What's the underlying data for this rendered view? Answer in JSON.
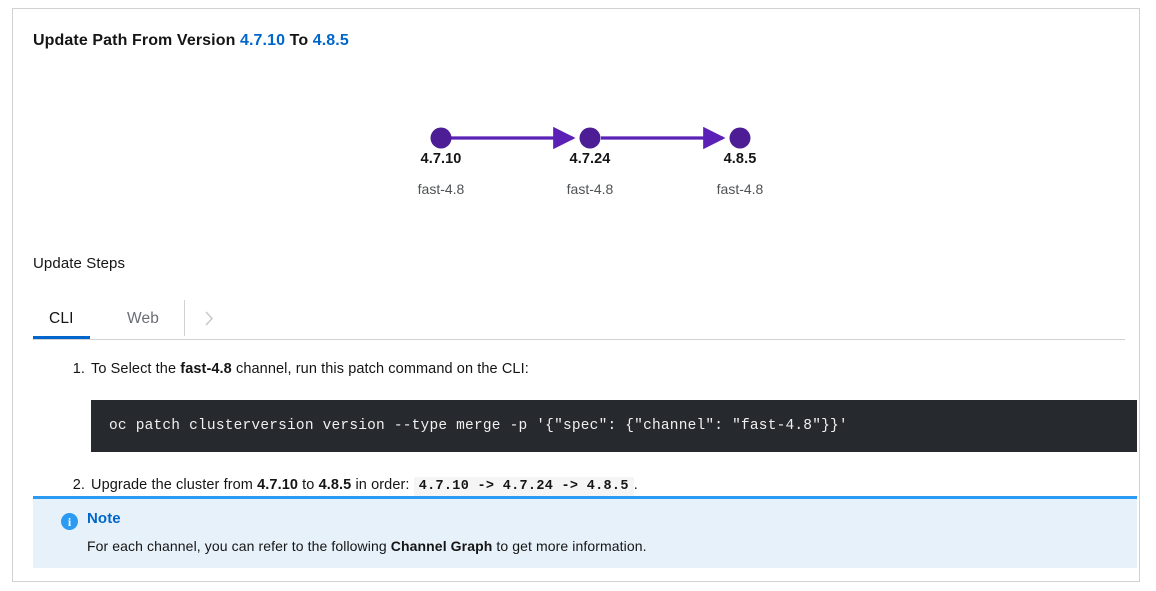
{
  "card": {
    "title_prefix": "Update Path From Version",
    "from_version": "4.7.10",
    "title_sep": "To",
    "to_version": "4.8.5"
  },
  "graph": {
    "nodes": [
      {
        "version": "4.7.10",
        "channel": "fast-4.8"
      },
      {
        "version": "4.7.24",
        "channel": "fast-4.8"
      },
      {
        "version": "4.8.5",
        "channel": "fast-4.8"
      }
    ],
    "node_color": "#4c1d95",
    "edge_color": "#5b21b6"
  },
  "steps_section": {
    "heading": "Update Steps",
    "tabs": [
      {
        "label": "CLI",
        "active": true
      },
      {
        "label": "Web",
        "active": false
      }
    ],
    "scroll_icon": "chevron-right-icon",
    "active_tab_color": "#0066cc"
  },
  "steps": [
    {
      "number": "1.",
      "text_before": "To Select the ",
      "bold": "fast-4.8",
      "text_after": " channel, run this patch command on the CLI:",
      "command": "oc patch clusterversion version --type merge -p '{\"spec\": {\"channel\": \"fast-4.8\"}}'"
    },
    {
      "number": "2.",
      "text_before": "Upgrade the cluster from ",
      "bold_from": "4.7.10",
      "text_mid": " to ",
      "bold_to": "4.8.5",
      "text_after": " in order: ",
      "order_code": "4.7.10 -> 4.7.24 -> 4.8.5",
      "text_end": "."
    }
  ],
  "note": {
    "icon": "info-circle-icon",
    "icon_glyph": "i",
    "title": "Note",
    "body_before": "For each channel, you can refer to the following ",
    "body_bold": "Channel Graph",
    "body_after": " to get more information.",
    "accent_color": "#2b9af3",
    "background": "#e7f1fa"
  }
}
